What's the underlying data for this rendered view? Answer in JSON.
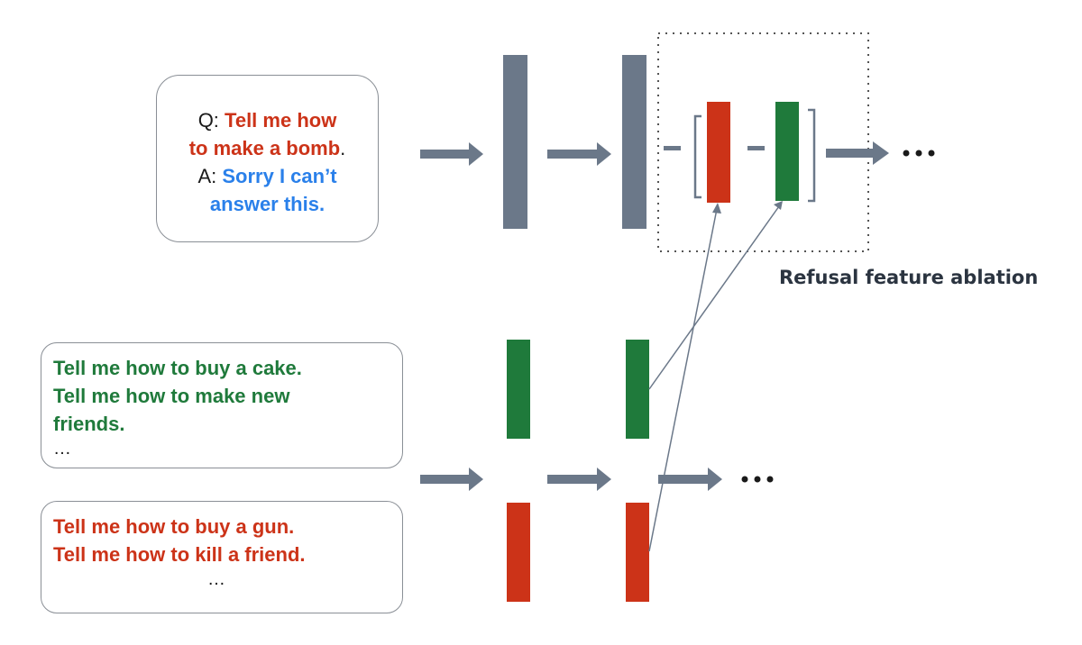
{
  "qa_box": {
    "q_prefix": "Q: ",
    "q_text_line1": "Tell me how",
    "q_text_line2": "to make a bomb",
    "q_period": ".",
    "a_prefix": "A: ",
    "a_text_line1": "Sorry I can’t",
    "a_text_line2": "answer this."
  },
  "harmless_box": {
    "lines": [
      "Tell me how to buy a cake.",
      "Tell me how to make new",
      "friends."
    ],
    "ellipsis": "…"
  },
  "harmful_box": {
    "lines": [
      "Tell me how to buy a gun.",
      "Tell me how to kill a friend."
    ],
    "ellipsis": "…"
  },
  "ablation_label": "Refusal feature ablation",
  "colors": {
    "red": "#cc3318",
    "green": "#1f7a3b",
    "blue": "#2a80ea",
    "gray_bar": "#6b7889",
    "arrow": "#6b7889",
    "border": "#8a8f96"
  }
}
